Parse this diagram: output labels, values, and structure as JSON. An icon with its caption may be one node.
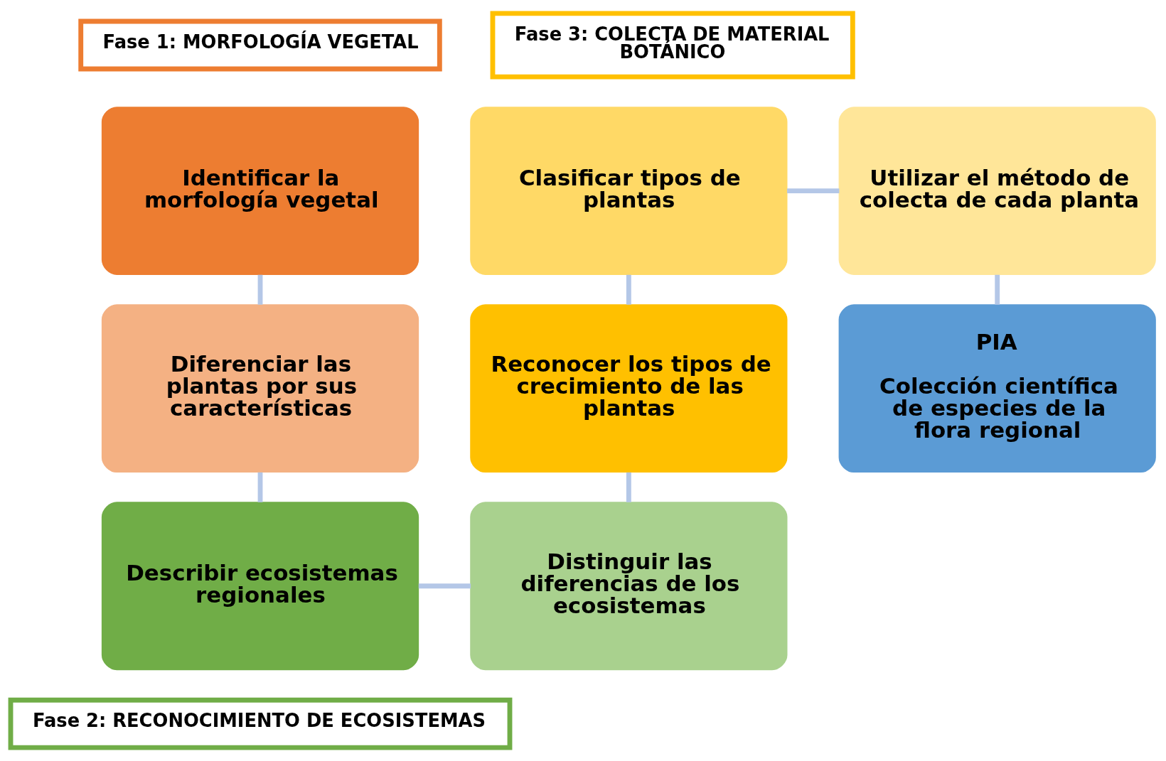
{
  "diagram": {
    "nodes": [
      {
        "text": [
          "Fase 1: MORFOLOGÍA VEGETAL"
        ]
      },
      {
        "text": [
          "Fase 3: COLECTA DE MATERIAL BOTÁNICO"
        ]
      },
      {
        "text": [
          "Identificar la morfología vegetal"
        ]
      },
      {
        "text": [
          "Clasificar tipos de plantas"
        ]
      },
      {
        "text": [
          "Utilizar el método de colecta de cada planta"
        ]
      },
      {
        "text": [
          "Diferenciar las plantas por sus características"
        ]
      },
      {
        "text": [
          "Reconocer los tipos de crecimiento de las plantas"
        ]
      },
      {
        "text": [
          "PIA",
          "Colección científica de especies de la flora regional"
        ]
      },
      {
        "text": [
          "Describir ecosistemas regionales"
        ]
      },
      {
        "text": [
          "Distinguir las diferencias de los ecosistemas"
        ]
      },
      {
        "text": [
          "Fase 2: RECONOCIMIENTO DE ECOSISTEMAS"
        ]
      }
    ],
    "edges": [
      {
        "from": 2,
        "to": 5,
        "arrow": "none"
      },
      {
        "from": 5,
        "to": 8,
        "arrow": "none"
      },
      {
        "from": 8,
        "to": 9,
        "arrow": "none"
      },
      {
        "from": 9,
        "to": 6,
        "arrow": "none"
      },
      {
        "from": 6,
        "to": 3,
        "arrow": "none"
      },
      {
        "from": 3,
        "to": 4,
        "arrow": "none"
      },
      {
        "from": 4,
        "to": 7,
        "arrow": "none"
      }
    ]
  }
}
